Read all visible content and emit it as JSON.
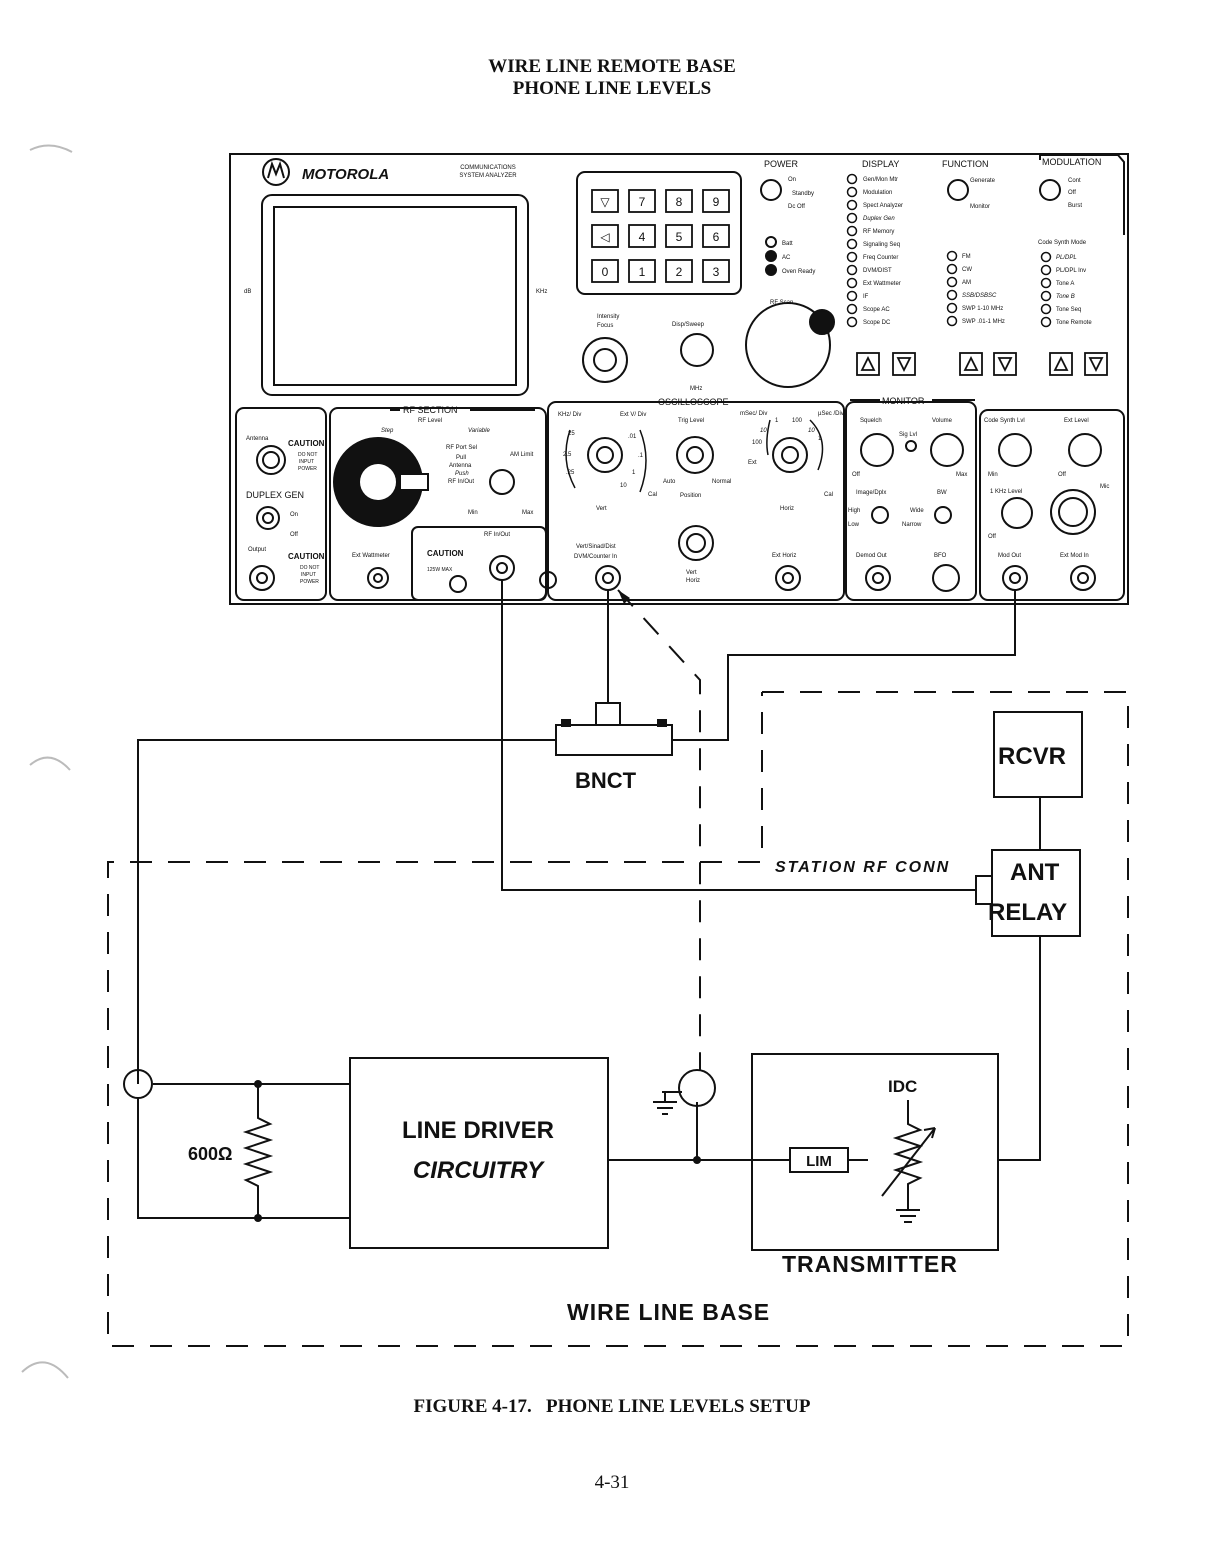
{
  "document": {
    "title_line1": "WIRE LINE REMOTE BASE",
    "title_line2": "PHONE LINE LEVELS",
    "caption": "FIGURE 4-17.   PHONE LINE LEVELS SETUP",
    "page_number": "4-31"
  },
  "analyzer": {
    "brand": "MOTOROLA",
    "product_line1": "COMMUNICATIONS",
    "product_line2": "SYSTEM ANALYZER",
    "screen_left_label": "dB",
    "screen_right_label": "KHz",
    "keypad": [
      "▽",
      "7",
      "8",
      "9",
      "◁",
      "4",
      "5",
      "6",
      "0",
      "1",
      "2",
      "3"
    ],
    "intensity": "Intensity",
    "focus": "Focus",
    "disp_sweep": "Disp/Sweep",
    "mhz": "MHz",
    "rf_scan": "RF Scan",
    "power": {
      "title": "POWER",
      "on": "On",
      "standby": "Standby",
      "dc_off": "Dc Off",
      "batt": "Batt",
      "ac": "AC",
      "oven_ready": "Oven Ready"
    },
    "display": {
      "title": "DISPLAY",
      "items": [
        "Gen/Mon Mtr",
        "Modulation",
        "Spect Analyzer",
        "Duplex Gen",
        "RF Memory",
        "Signaling Seq",
        "Freq Counter",
        "DVM/DIST",
        "Ext Wattmeter",
        "IF",
        "Scope AC",
        "Scope DC"
      ]
    },
    "function": {
      "title": "FUNCTION",
      "generate": "Generate",
      "monitor": "Monitor",
      "items": [
        "FM",
        "CW",
        "AM",
        "SSB/DSBSC",
        "SWP 1-10 MHz",
        "SWP .01-1 MHz"
      ]
    },
    "modulation": {
      "title": "MODULATION",
      "cont": "Cont",
      "off": "Off",
      "burst": "Burst",
      "code_synth_mode": "Code Synth Mode",
      "items": [
        "PL/DPL",
        "PL/DPL Inv",
        "Tone A",
        "Tone B",
        "Tone Seq",
        "Tone Remote"
      ]
    },
    "rf_section": {
      "title": "RF SECTION",
      "rf_level": "RF Level",
      "step": "Step",
      "variable": "Variable",
      "rf_port_sel": "RF Port Sel",
      "pull": "Pull",
      "antenna": "Antenna",
      "push": "Push",
      "rf_in_out": "RF In/Out",
      "am_limit": "AM Limit",
      "min": "Min",
      "max": "Max"
    },
    "left_panel": {
      "antenna": "Antenna",
      "caution": "CAUTION",
      "caution_text": [
        "DO NOT",
        "INPUT",
        "POWER"
      ],
      "duplex_gen": "DUPLEX GEN",
      "on": "On",
      "off": "Off",
      "output": "Output"
    },
    "ext_wattmeter": "Ext Wattmeter",
    "caution_box": {
      "caution": "CAUTION",
      "rating": "125W MAX"
    },
    "rf_in_out_bottom": "RF In/Out",
    "oscilloscope": {
      "title": "OSCILLOSCOPE",
      "khz_div": "KHz/ Div",
      "ext_v_div": "Ext V/ Div",
      "trig_level": "Trig Level",
      "msec_div": "mSec/ Div",
      "usec_div": "µSec /Div",
      "vert": "Vert",
      "cal": "Cal",
      "auto": "Auto",
      "normal": "Normal",
      "position": "Position",
      "ext": "Ext",
      "horiz": "Horiz",
      "vert_sinad": "Vert/Sinad/Dist",
      "dvm_counter_in": "DVM/Counter In",
      "sel_vert": "Vert",
      "sel_horiz": "Horiz",
      "ext_horiz": "Ext Horiz",
      "scale_left": [
        "25",
        ".01",
        "2.5",
        ".1",
        ".25",
        "1",
        "10"
      ],
      "scale_right": [
        "1",
        "100",
        "10",
        "10",
        "100",
        "1"
      ]
    },
    "monitor": {
      "title": "MONITOR",
      "squelch": "Squelch",
      "sig_lvl": "Sig Lvl",
      "volume": "Volume",
      "off": "Off",
      "max": "Max",
      "image_dplx": "Image/Dplx",
      "bw": "BW",
      "high": "High",
      "low": "Low",
      "wide": "Wide",
      "narrow": "Narrow",
      "demod_out": "Demod Out",
      "bfo": "BFO"
    },
    "right_panel": {
      "code_synth_lvl": "Code Synth Lvl",
      "ext_level": "Ext Level",
      "min": "Min",
      "off": "Off",
      "khz_level": "1 KHz Level",
      "mic": "Mic",
      "off2": "Off",
      "mod_out": "Mod Out",
      "ext_mod_in": "Ext Mod In"
    }
  },
  "setup": {
    "bnct": "BNCT",
    "rcvr": "RCVR",
    "ant_relay_line1": "ANT",
    "ant_relay_line2": "RELAY",
    "station_rf_conn": "STATION RF CONN",
    "resistor": "600Ω",
    "line_driver_line1": "LINE DRIVER",
    "line_driver_line2": "CIRCUITRY",
    "idc": "IDC",
    "lim": "LIM",
    "transmitter": "TRANSMITTER",
    "wire_line_base": "WIRE LINE BASE"
  }
}
